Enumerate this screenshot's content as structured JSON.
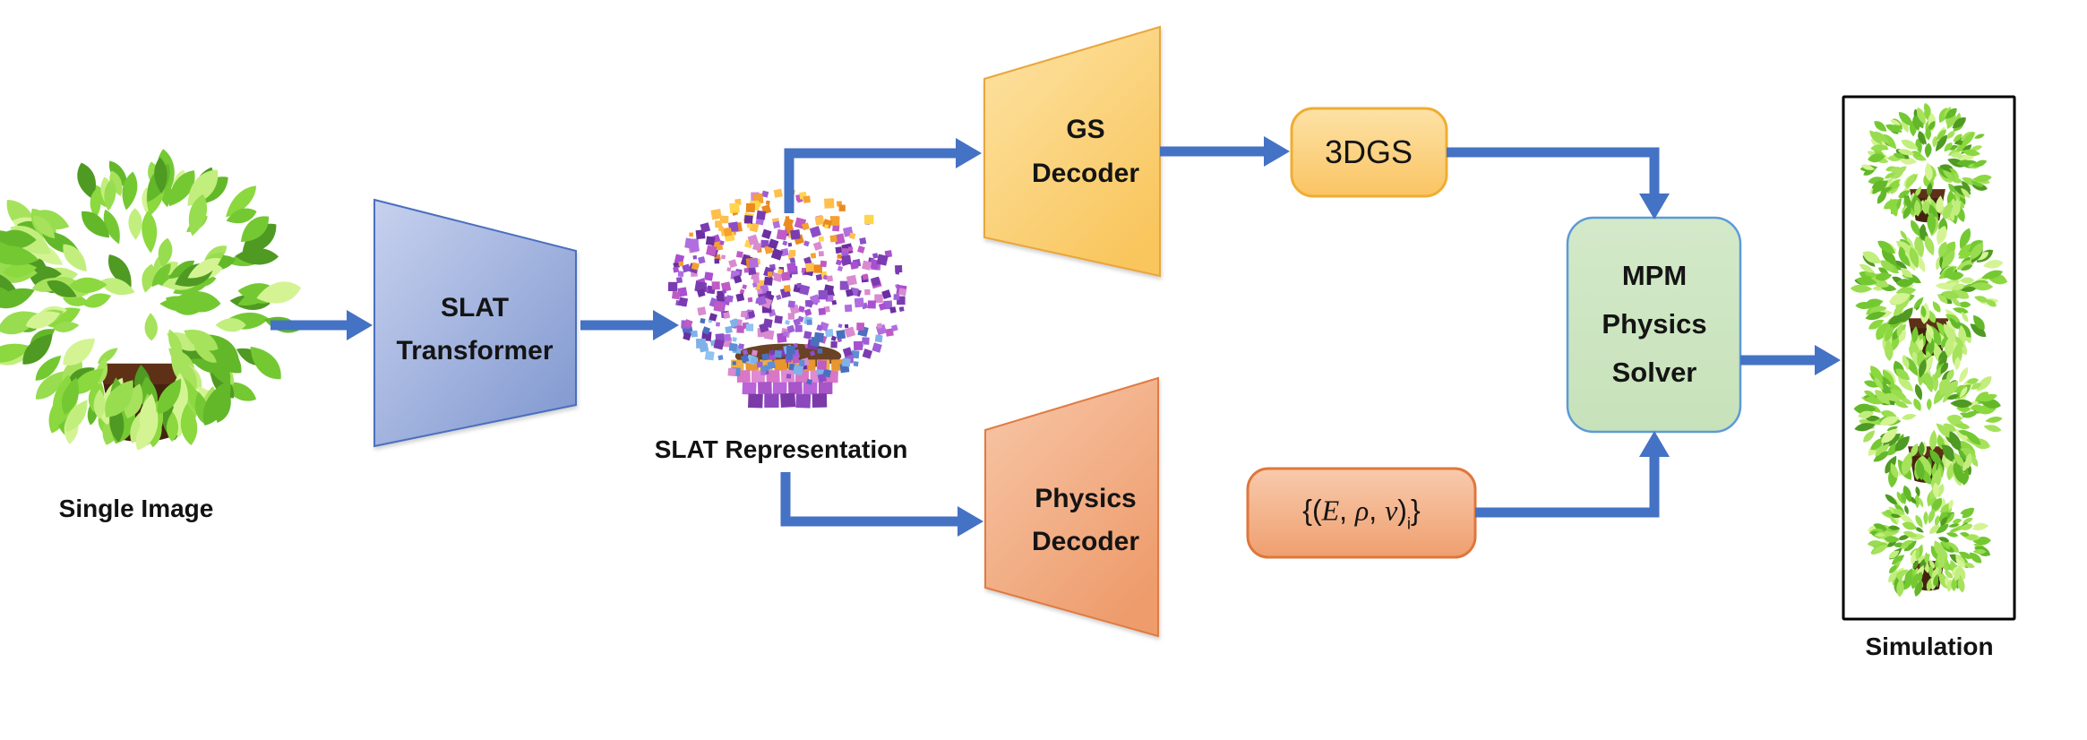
{
  "diagram": {
    "labels": {
      "single_image": "Single Image",
      "slat_representation": "SLAT Representation",
      "simulation": "Simulation"
    },
    "nodes": {
      "slat_transformer": {
        "lines": [
          "SLAT",
          "Transformer"
        ]
      },
      "gs_decoder": {
        "lines": [
          "GS",
          "Decoder"
        ]
      },
      "physics_decoder": {
        "lines": [
          "Physics",
          "Decoder"
        ]
      },
      "gs_output": {
        "label": "3DGS"
      },
      "mpm_solver": {
        "lines": [
          "MPM",
          "Physics",
          "Solver"
        ]
      },
      "physics_output": {
        "parts": {
          "open": "{(",
          "e": "E",
          "comma1": ", ",
          "rho": "ρ",
          "comma2": ", ",
          "nu": "ν",
          "close": ")",
          "sub": "i",
          "brace": "}"
        }
      }
    },
    "colors": {
      "arrow": "#4472C4",
      "text": "#121212",
      "slat_fill_light": "#C7D1EE",
      "slat_fill_dark": "#7E96CF",
      "slat_border": "#4A6FBF",
      "gs_fill_light": "#FDE3A4",
      "gs_fill_dark": "#F9C65E",
      "gs_border": "#E9A63C",
      "gs_out_fill_light": "#FDE2A6",
      "gs_out_fill_dark": "#FAC463",
      "gs_out_border": "#F0AD33",
      "phys_fill_light": "#F7C7A8",
      "phys_fill_dark": "#EE9C6C",
      "phys_border": "#E07B42",
      "form_fill_light": "#F8CAAC",
      "form_fill_dark": "#EF9F6F",
      "form_border": "#E0763C",
      "mpm_fill_light": "#D3E9C9",
      "mpm_fill_dark": "#C7E2BA",
      "mpm_border": "#5B9BD5",
      "frame_border": "#000000",
      "frame_fill": "#FFFFFF"
    }
  }
}
